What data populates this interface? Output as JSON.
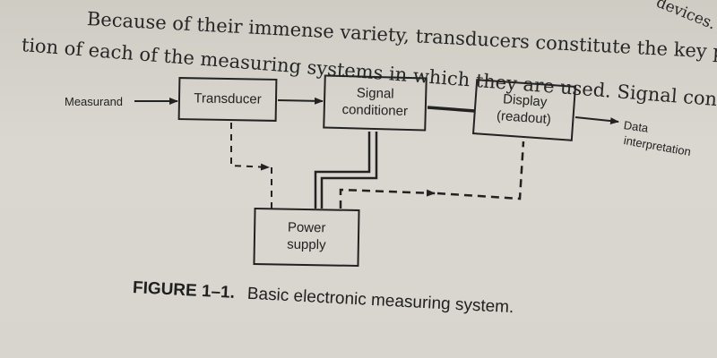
{
  "text": {
    "corner": "devices.",
    "line_1": "Because of their immense variety, transducers constitute the key por-",
    "line_2": "tion of each of the measuring systems in which they are used. Signal con-"
  },
  "diagram": {
    "measurand": "Measurand",
    "transducer": "Transducer",
    "signal_conditioner": "Signal\nconditioner",
    "display": "Display\n(readout)",
    "power_supply": "Power\nsupply",
    "data": "Data",
    "interpretation": "interpretation"
  },
  "caption": {
    "label": "FIGURE 1–1.",
    "text": "Basic electronic measuring system."
  }
}
